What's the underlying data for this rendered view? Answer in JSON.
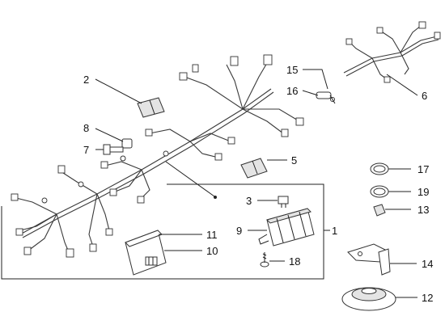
{
  "callouts": [
    {
      "id": "2",
      "text": "2"
    },
    {
      "id": "8",
      "text": "8"
    },
    {
      "id": "7",
      "text": "7"
    },
    {
      "id": "15",
      "text": "15"
    },
    {
      "id": "16",
      "text": "16"
    },
    {
      "id": "6",
      "text": "6"
    },
    {
      "id": "5",
      "text": "5"
    },
    {
      "id": "3",
      "text": "3"
    },
    {
      "id": "9",
      "text": "9"
    },
    {
      "id": "1",
      "text": "1"
    },
    {
      "id": "11",
      "text": "11"
    },
    {
      "id": "10",
      "text": "10"
    },
    {
      "id": "18",
      "text": "18"
    },
    {
      "id": "17",
      "text": "17"
    },
    {
      "id": "19",
      "text": "19"
    },
    {
      "id": "13",
      "text": "13"
    },
    {
      "id": "14",
      "text": "14"
    },
    {
      "id": "12",
      "text": "12"
    }
  ]
}
